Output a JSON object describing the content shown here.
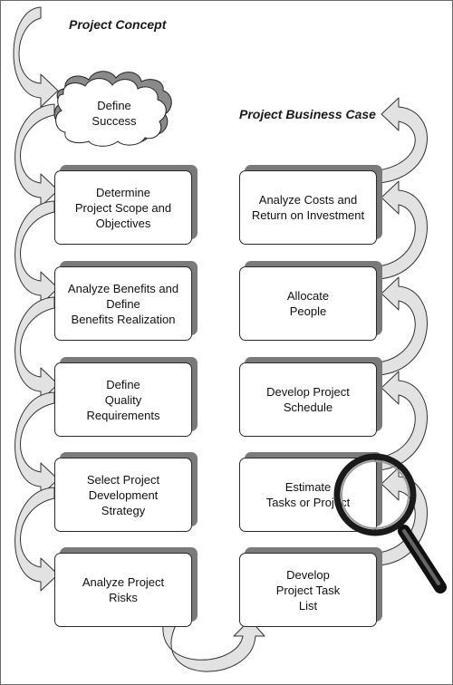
{
  "headings": {
    "project_concept": "Project Concept",
    "project_business_case": "Project Business Case"
  },
  "concept_steps": {
    "define_success": "Define\nSuccess",
    "determine_scope": "Determine\nProject Scope and\nObjectives",
    "analyze_benefits": "Analyze Benefits and\nDefine\nBenefits Realization",
    "define_quality": "Define\nQuality\nRequirements",
    "select_strategy": "Select Project\nDevelopment\nStrategy",
    "analyze_risks": "Analyze Project\nRisks"
  },
  "business_steps": {
    "develop_task_list": "Develop\nProject Task\nList",
    "estimate_tasks": "Estimate\nTasks or Project",
    "develop_schedule": "Develop Project\nSchedule",
    "allocate_people": "Allocate\nPeople",
    "analyze_costs": "Analyze Costs and\nReturn on Investment"
  },
  "icons": {
    "cloud": "cloud-shape",
    "magnifier": "magnifying-glass-icon"
  }
}
